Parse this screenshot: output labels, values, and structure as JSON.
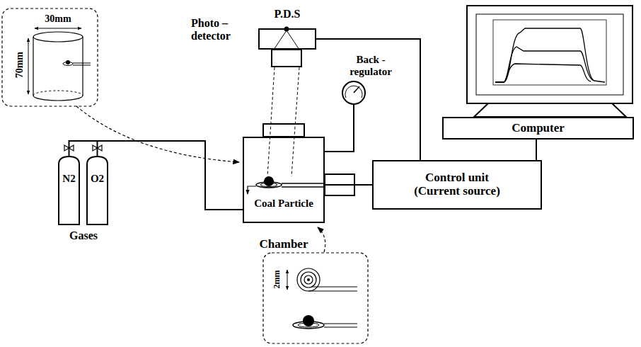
{
  "diagram": {
    "nodes": [
      {
        "text": [
          "P.D.S"
        ]
      },
      {
        "text": [
          "Computer"
        ]
      },
      {
        "text": [
          "Coal Particle",
          "Chamber"
        ]
      },
      {
        "text": [
          "Control unit (Current source)"
        ]
      },
      {
        "text": [
          "N2"
        ]
      },
      {
        "text": [
          "O2"
        ]
      }
    ],
    "edges": [
      {
        "from": 0,
        "to": 3,
        "arrow": "none"
      },
      {
        "from": 1,
        "to": 3,
        "arrow": "none"
      },
      {
        "from": 4,
        "to": 2,
        "arrow": "none"
      },
      {
        "from": 5,
        "to": 2,
        "arrow": "none"
      },
      {
        "from": 2,
        "to": 3,
        "arrow": "none"
      }
    ],
    "labels": [
      "30mm",
      "70mm",
      "Photo – detector",
      "Back - regulator",
      "Gases",
      "2mm"
    ]
  }
}
